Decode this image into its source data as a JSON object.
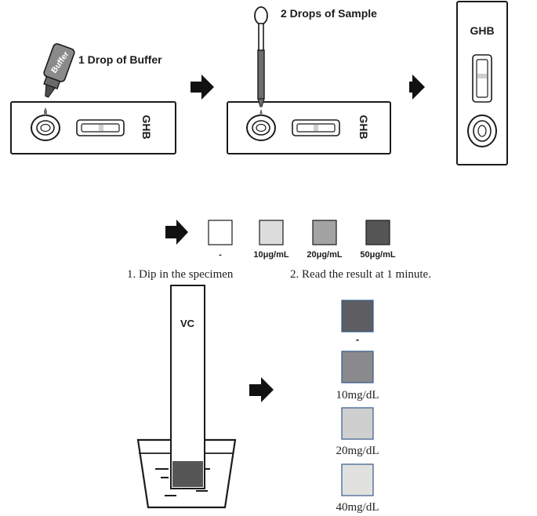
{
  "step1": {
    "instruction": "1 Drop of Buffer",
    "bottle_label": "Buffer",
    "cassette_label": "GHB"
  },
  "step2": {
    "instruction": "2 Drops of Sample",
    "cassette_label": "GHB"
  },
  "step3": {
    "cassette_label": "GHB"
  },
  "color_scale_top": [
    {
      "label": "-",
      "color": "#ffffff"
    },
    {
      "label": "10μg/mL",
      "color": "#dcdcdc"
    },
    {
      "label": "20μg/mL",
      "color": "#a3a3a3"
    },
    {
      "label": "50μg/mL",
      "color": "#555555"
    }
  ],
  "dip_test": {
    "step1_text": "1. Dip in the specimen",
    "step2_text": "2. Read the result at 1 minute.",
    "strip_label": "VC"
  },
  "color_scale_bottom": [
    {
      "label": "-",
      "color": "#5e5e62"
    },
    {
      "label": "10mg/dL",
      "color": "#8a8a8c"
    },
    {
      "label": "20mg/dL",
      "color": "#cfcfcf"
    },
    {
      "label": "40mg/dL",
      "color": "#e1e1df"
    }
  ]
}
